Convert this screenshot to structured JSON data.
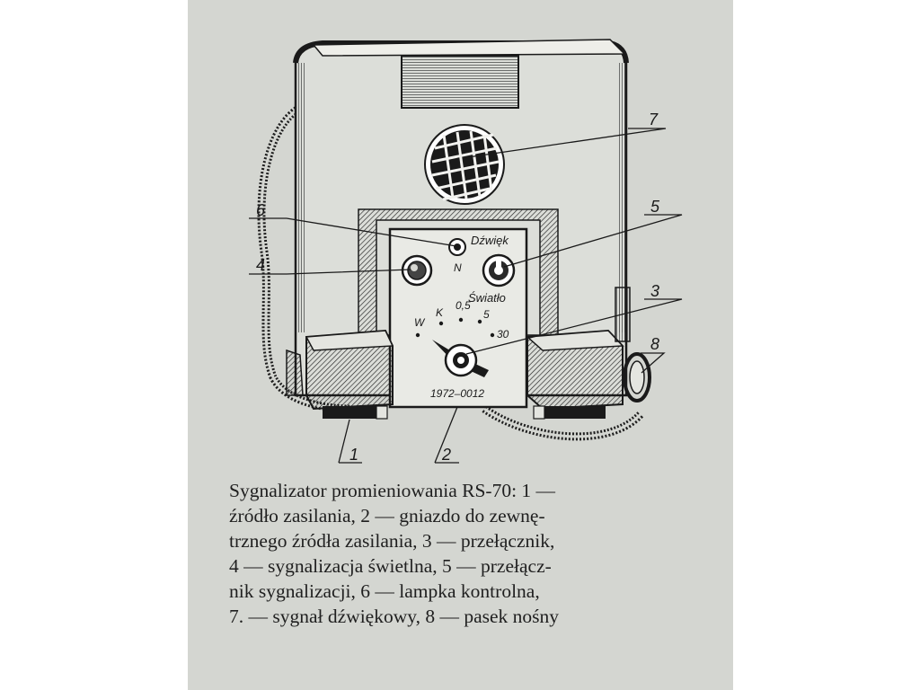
{
  "figure": {
    "callouts": [
      "1",
      "2",
      "3",
      "4",
      "5",
      "6",
      "7",
      "8"
    ],
    "panel": {
      "dzwiek": "Dźwięk",
      "n": "N",
      "swiatlo": "Światło",
      "w": "W",
      "k": "K",
      "v05": "0,5",
      "v5": "5",
      "v30": "30",
      "serial": "1972–0012"
    }
  },
  "caption": {
    "lines": [
      "Sygnalizator promieniowania RS-70: 1 —",
      "źródło zasilania, 2 — gniazdo do zewnę-",
      "trznego źródła zasilania, 3 — przełącznik,",
      "4 — sygnalizacja świetlna, 5 — przełącz-",
      "nik sygnalizacji, 6 — lampka kontrolna,",
      "7. — sygnał dźwiękowy, 8 — pasek nośny"
    ]
  }
}
